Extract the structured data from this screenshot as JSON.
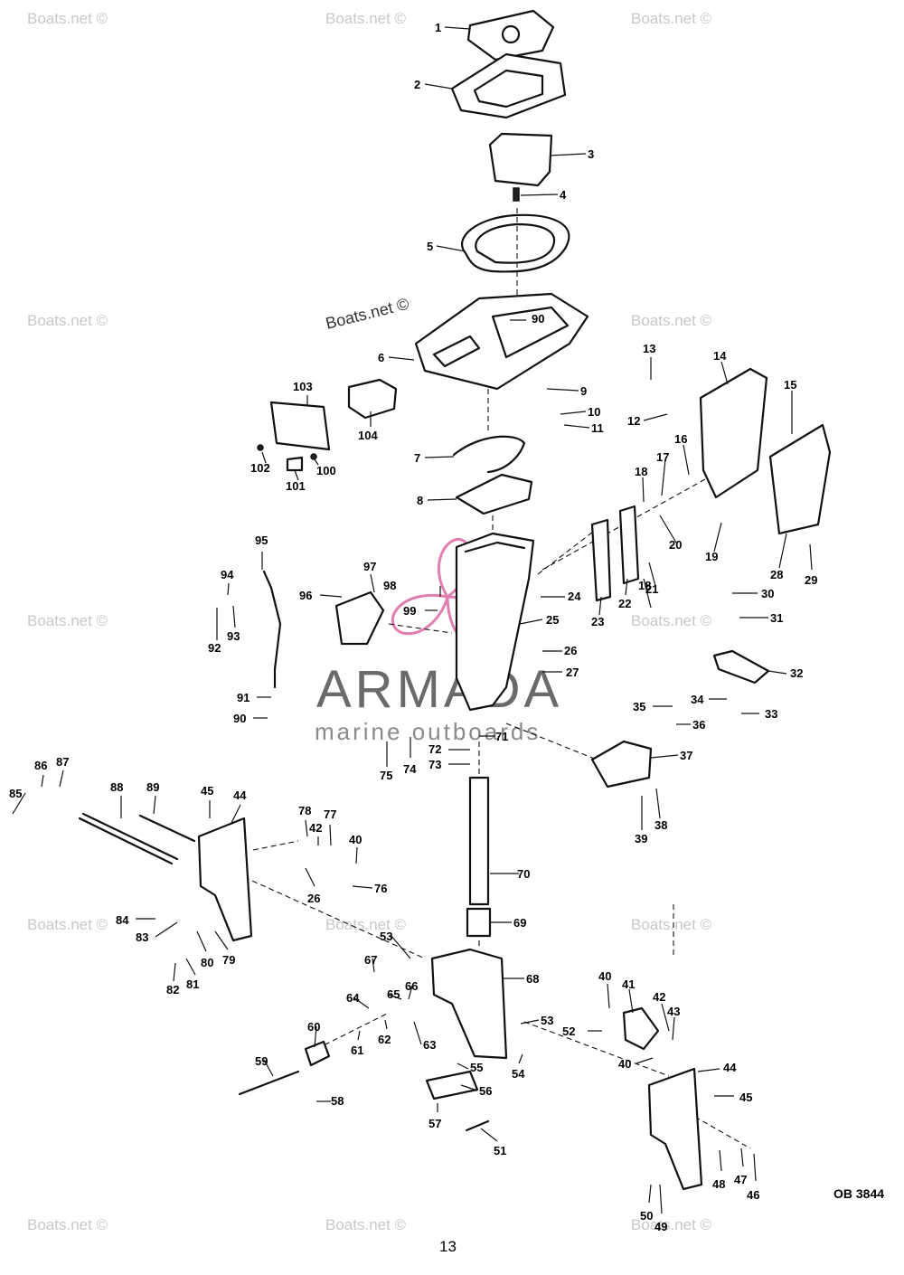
{
  "watermark": {
    "text": "Boats.net ©",
    "brand_name": "ARMADA",
    "brand_tagline": "marine outboards"
  },
  "colors": {
    "line": "#111111",
    "watermark_gray": "#c8c8c8",
    "brand_gray": "#666666",
    "logo_pink": "#e07fb0"
  },
  "figure_code": "OB 3844",
  "page_number": "13",
  "part_numbers": [
    "1",
    "2",
    "3",
    "4",
    "5",
    "6",
    "7",
    "8",
    "9",
    "10",
    "11",
    "12",
    "13",
    "14",
    "15",
    "16",
    "17",
    "18",
    "18",
    "19",
    "20",
    "21",
    "22",
    "23",
    "24",
    "25",
    "26",
    "26",
    "27",
    "28",
    "29",
    "30",
    "31",
    "32",
    "33",
    "34",
    "35",
    "36",
    "37",
    "38",
    "39",
    "40",
    "40",
    "40",
    "41",
    "42",
    "42",
    "43",
    "44",
    "44",
    "45",
    "45",
    "46",
    "47",
    "48",
    "49",
    "50",
    "51",
    "52",
    "53",
    "53",
    "55",
    "56",
    "57",
    "58",
    "59",
    "60",
    "61",
    "62",
    "63",
    "64",
    "65",
    "66",
    "67",
    "68",
    "69",
    "70",
    "71",
    "72",
    "73",
    "74",
    "75",
    "76",
    "77",
    "78",
    "79",
    "80",
    "81",
    "82",
    "83",
    "84",
    "85",
    "85",
    "86",
    "87",
    "88",
    "89",
    "90",
    "90",
    "91",
    "92",
    "93",
    "94",
    "95",
    "96",
    "97",
    "98",
    "99",
    "100",
    "101",
    "102",
    "103",
    "104",
    "54"
  ]
}
